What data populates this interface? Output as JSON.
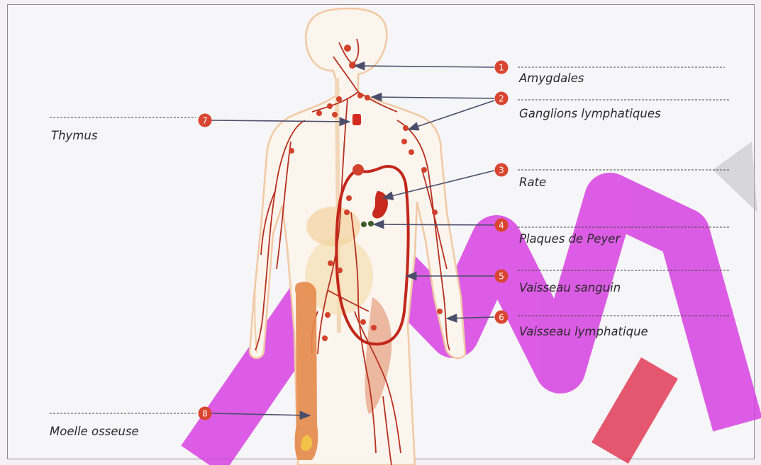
{
  "labels": [
    {
      "num": "1",
      "text": "Amygdales"
    },
    {
      "num": "2",
      "text": "Ganglions lymphatiques"
    },
    {
      "num": "3",
      "text": "Rate"
    },
    {
      "num": "4",
      "text": "Plaques de Peyer"
    },
    {
      "num": "5",
      "text": "Vaisseau sanguin"
    },
    {
      "num": "6",
      "text": "Vaisseau lymphatique"
    },
    {
      "num": "7",
      "text": "Thymus"
    },
    {
      "num": "8",
      "text": "Moelle osseuse"
    }
  ],
  "colors": {
    "badge": "#d9452f",
    "vessel": "#b9301e",
    "body_outline": "#f1c9a4",
    "arrow": "#4a4e6a",
    "watermark": "#d23ad8"
  }
}
